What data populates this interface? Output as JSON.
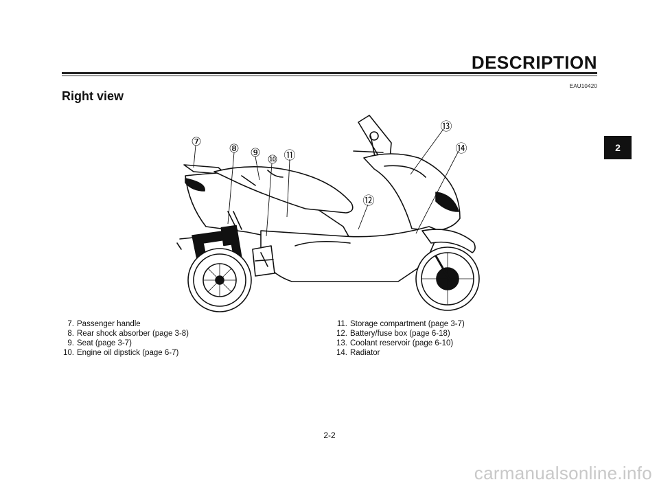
{
  "header": {
    "section": "DESCRIPTION",
    "code": "EAU10420"
  },
  "heading": "Right view",
  "chapter_tab": "2",
  "callouts": [
    "⑦",
    "⑧",
    "⑨",
    "⑩",
    "⑪",
    "⑫",
    "⑬",
    "⑭"
  ],
  "parts_left": [
    {
      "num": "7.",
      "label": "Passenger handle"
    },
    {
      "num": "8.",
      "label": "Rear shock absorber (page 3-8)"
    },
    {
      "num": "9.",
      "label": "Seat (page 3-7)"
    },
    {
      "num": "10.",
      "label": "Engine oil dipstick (page 6-7)"
    }
  ],
  "parts_right": [
    {
      "num": "11.",
      "label": "Storage compartment (page 3-7)"
    },
    {
      "num": "12.",
      "label": "Battery/fuse box (page 6-18)"
    },
    {
      "num": "13.",
      "label": "Coolant reservoir (page 6-10)"
    },
    {
      "num": "14.",
      "label": "Radiator"
    }
  ],
  "page_number": "2-2",
  "watermark": "carmanualsonline.info"
}
